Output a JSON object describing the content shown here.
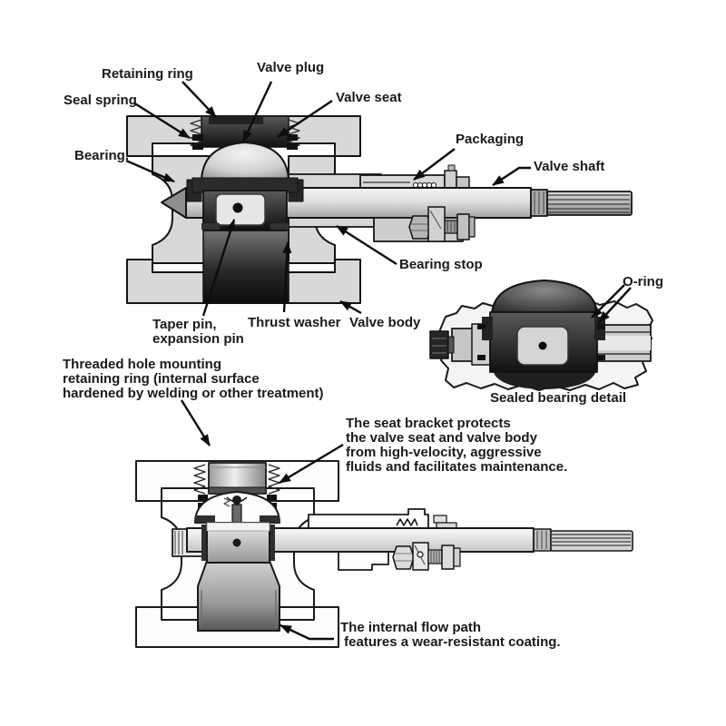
{
  "figure": {
    "subject": "Valve cross-section technical diagram"
  },
  "colors": {
    "background": "#ffffff",
    "ink": "#141414",
    "body_gray": "#d8d8d8",
    "dark_part": "#1c1c1c",
    "text": "#1a1a1a"
  },
  "callouts": {
    "retaining_ring": "Retaining ring",
    "valve_plug": "Valve plug",
    "seal_spring": "Seal spring",
    "valve_seat": "Valve seat",
    "bearing": "Bearing.",
    "packaging": "Packaging",
    "valve_shaft": "Valve shaft",
    "bearing_stop": "Bearing stop",
    "taper_pin": "Taper pin,\nexpansion pin",
    "thrust_washer": "Thrust washer",
    "valve_body": "Valve body",
    "o_ring": "O-ring",
    "sealed_bearing_caption": "Sealed bearing detail"
  },
  "annotations": {
    "threaded_hole_note": "Threaded hole mounting\nretaining ring (internal surface\nhardened by welding or other treatment)",
    "seat_bracket_note": "The seat bracket protects\nthe valve seat and valve body\nfrom high-velocity, aggressive\nfluids and facilitates maintenance.",
    "flow_path_note": "The internal flow path\n features a wear-resistant coating."
  }
}
